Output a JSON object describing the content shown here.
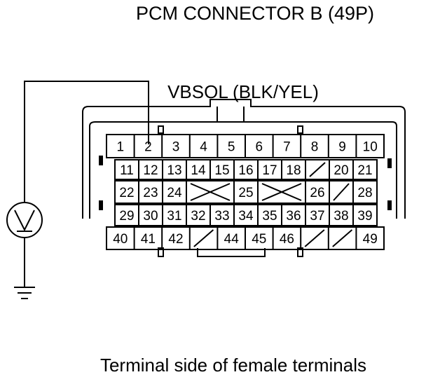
{
  "connector": {
    "title": "PCM CONNECTOR B (49P)",
    "wire_label": "VBSOL (BLK/YEL)",
    "caption": "Terminal side of female terminals",
    "rows": [
      [
        {
          "n": "1"
        },
        {
          "n": "2"
        },
        {
          "n": "3"
        },
        {
          "n": "4"
        },
        {
          "n": "5"
        },
        {
          "n": "6"
        },
        {
          "n": "7"
        },
        {
          "n": "8"
        },
        {
          "n": "9"
        },
        {
          "n": "10"
        }
      ],
      [
        {
          "n": "11"
        },
        {
          "n": "12"
        },
        {
          "n": "13"
        },
        {
          "n": "14"
        },
        {
          "n": "15"
        },
        {
          "n": "16"
        },
        {
          "n": "17"
        },
        {
          "n": "18"
        },
        {
          "n": "",
          "slash": true
        },
        {
          "n": "20"
        },
        {
          "n": "21"
        }
      ],
      [
        {
          "n": "22"
        },
        {
          "n": "23"
        },
        {
          "n": "24"
        },
        {
          "n": "",
          "cross": true
        },
        {
          "n": "25"
        },
        {
          "n": "",
          "cross": true
        },
        {
          "n": "26"
        },
        {
          "n": "",
          "slash": true
        },
        {
          "n": "28"
        }
      ],
      [
        {
          "n": "29"
        },
        {
          "n": "30"
        },
        {
          "n": "31"
        },
        {
          "n": "32"
        },
        {
          "n": "33"
        },
        {
          "n": "34"
        },
        {
          "n": "35"
        },
        {
          "n": "36"
        },
        {
          "n": "37"
        },
        {
          "n": "38"
        },
        {
          "n": "39"
        }
      ],
      [
        {
          "n": "40"
        },
        {
          "n": "41"
        },
        {
          "n": "42"
        },
        {
          "n": "",
          "slash": true
        },
        {
          "n": "44"
        },
        {
          "n": "45"
        },
        {
          "n": "46"
        },
        {
          "n": "",
          "slash": true
        },
        {
          "n": "",
          "slash": true
        },
        {
          "n": "49"
        }
      ]
    ]
  },
  "voltmeter": {
    "symbol": "V"
  }
}
